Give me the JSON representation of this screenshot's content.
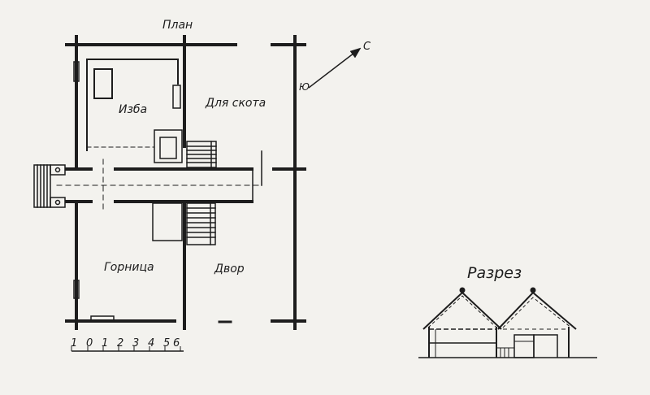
{
  "plan": {
    "title": "План",
    "rooms": {
      "izba": "Изба",
      "livestock": "Для скота",
      "gornitsa": "Горница",
      "yard": "Двор"
    },
    "compass": {
      "north": "С",
      "south": "Ю"
    },
    "scale": {
      "ticks": [
        "1",
        "0",
        "1",
        "2",
        "3",
        "4",
        "5",
        "6"
      ]
    }
  },
  "section": {
    "title": "Разрез"
  },
  "colors": {
    "ink": "#1d1d1d",
    "paper": "#f3f2ee"
  }
}
